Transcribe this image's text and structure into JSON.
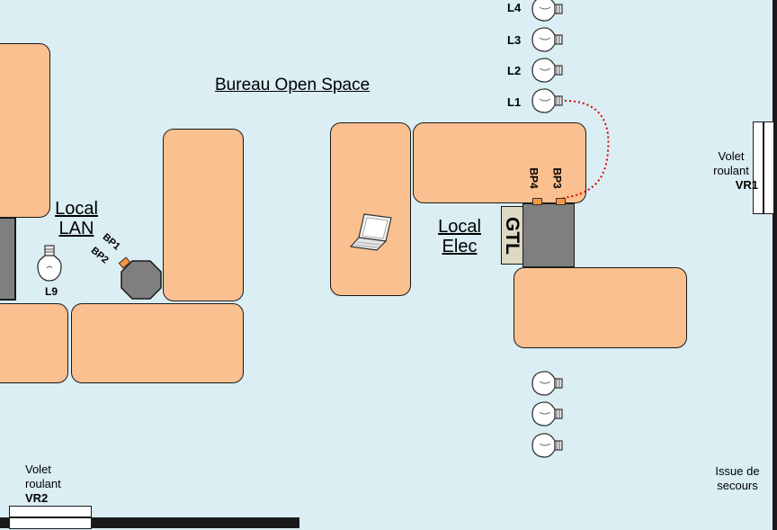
{
  "title": "Bureau Open Space",
  "rooms": {
    "lan_line1": "Local",
    "lan_line2": "LAN",
    "elec_line1": "Local",
    "elec_line2": "Elec"
  },
  "gtl": "GTL",
  "lamps": {
    "l1": "L1",
    "l2": "L2",
    "l3": "L3",
    "l4": "L4",
    "l9": "L9"
  },
  "buttons": {
    "bp1": "BP1",
    "bp2": "BP2",
    "bp3": "BP3",
    "bp4": "BP4"
  },
  "shutters": {
    "vr1_line1": "Volet",
    "vr1_line2": "roulant",
    "vr1_id": "VR1",
    "vr2_line1": "Volet",
    "vr2_line2": "roulant",
    "vr2_id": "VR2"
  },
  "exit": {
    "line1": "Issue de",
    "line2": "secours"
  },
  "colors": {
    "background": "#daeef3",
    "desk": "#fac090",
    "button": "#f79646",
    "gtl_box": "#7f7f7f",
    "gtl_label": "#ddd9c3",
    "wiring": "#e00000"
  }
}
